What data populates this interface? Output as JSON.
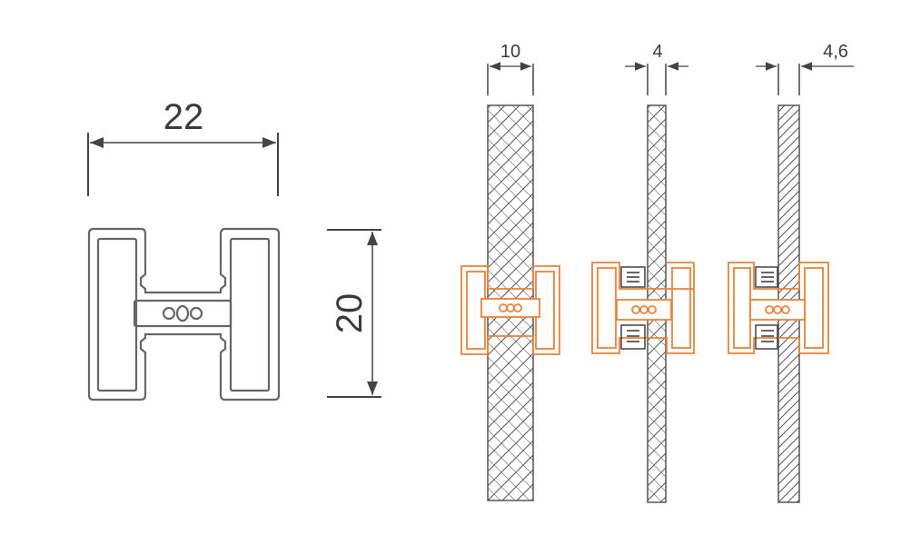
{
  "profile": {
    "width_label": "22",
    "height_label": "20"
  },
  "panels": [
    {
      "thickness_label": "10",
      "hatch": "cross"
    },
    {
      "thickness_label": "4",
      "hatch": "cross"
    },
    {
      "thickness_label": "4,6",
      "hatch": "diagonal"
    }
  ],
  "colors": {
    "outline": "#555555",
    "connector": "#e8833a",
    "background": "#ffffff"
  }
}
